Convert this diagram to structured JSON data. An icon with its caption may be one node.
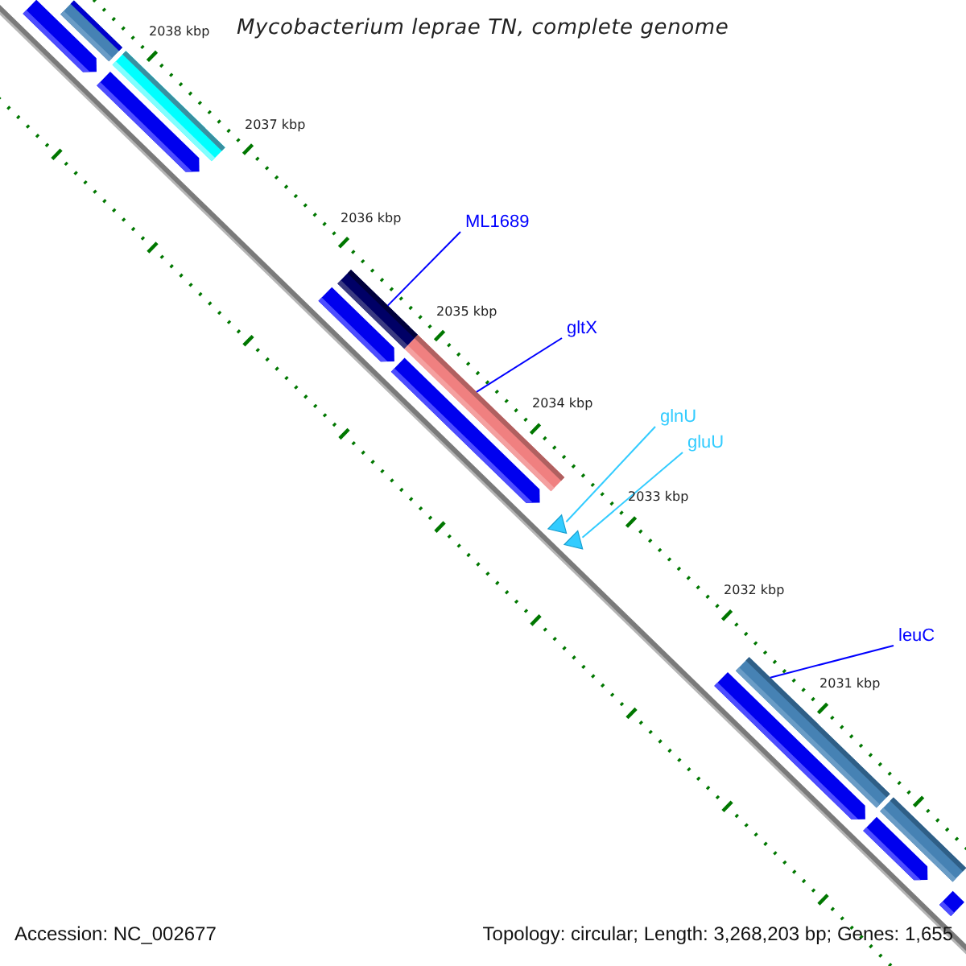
{
  "diagram": {
    "title": "Mycobacterium leprae TN, complete genome",
    "nodes": [
      {
        "text": [],
        "shape": "bar"
      },
      {
        "text": [],
        "shape": "bar"
      },
      {
        "text": [],
        "shape": "bar"
      },
      {
        "text": [],
        "shape": "bar"
      },
      {
        "text": [
          "ML1689"
        ]
      },
      {
        "text": [],
        "shape": "bar"
      },
      {
        "text": [],
        "shape": "bar"
      },
      {
        "text": [
          "gltX"
        ]
      },
      {
        "text": [],
        "shape": "bar"
      },
      {
        "text": [],
        "shape": "bar"
      },
      {
        "text": [
          "glnU"
        ]
      },
      {
        "text": [],
        "shape": "triangle"
      },
      {
        "text": [
          "gluU"
        ]
      },
      {
        "text": [],
        "shape": "triangle"
      },
      {
        "text": [
          "leuC"
        ]
      },
      {
        "text": [],
        "shape": "bar"
      },
      {
        "text": [],
        "shape": "bar"
      },
      {
        "text": [],
        "shape": "bar"
      },
      {
        "text": [],
        "shape": "bar"
      },
      {
        "text": [],
        "shape": "bar"
      }
    ],
    "edges": [
      {
        "from": 4,
        "to": 6,
        "arrow": "none"
      },
      {
        "from": 7,
        "to": 9,
        "arrow": "none"
      },
      {
        "from": 10,
        "to": 11,
        "arrow": "none",
        "color": "#33ccff"
      },
      {
        "from": 12,
        "to": 13,
        "arrow": "none",
        "color": "#33ccff"
      },
      {
        "from": 14,
        "to": 15,
        "arrow": "none"
      }
    ],
    "labels": [
      "2038 kbp",
      "2037 kbp",
      "2036 kbp",
      "2035 kbp",
      "2034 kbp",
      "2033 kbp",
      "2032 kbp",
      "2031 kbp",
      "Accession: NC_002677",
      "Topology: circular; Length: 3,268,203 bp; Genes: 1,655"
    ]
  }
}
